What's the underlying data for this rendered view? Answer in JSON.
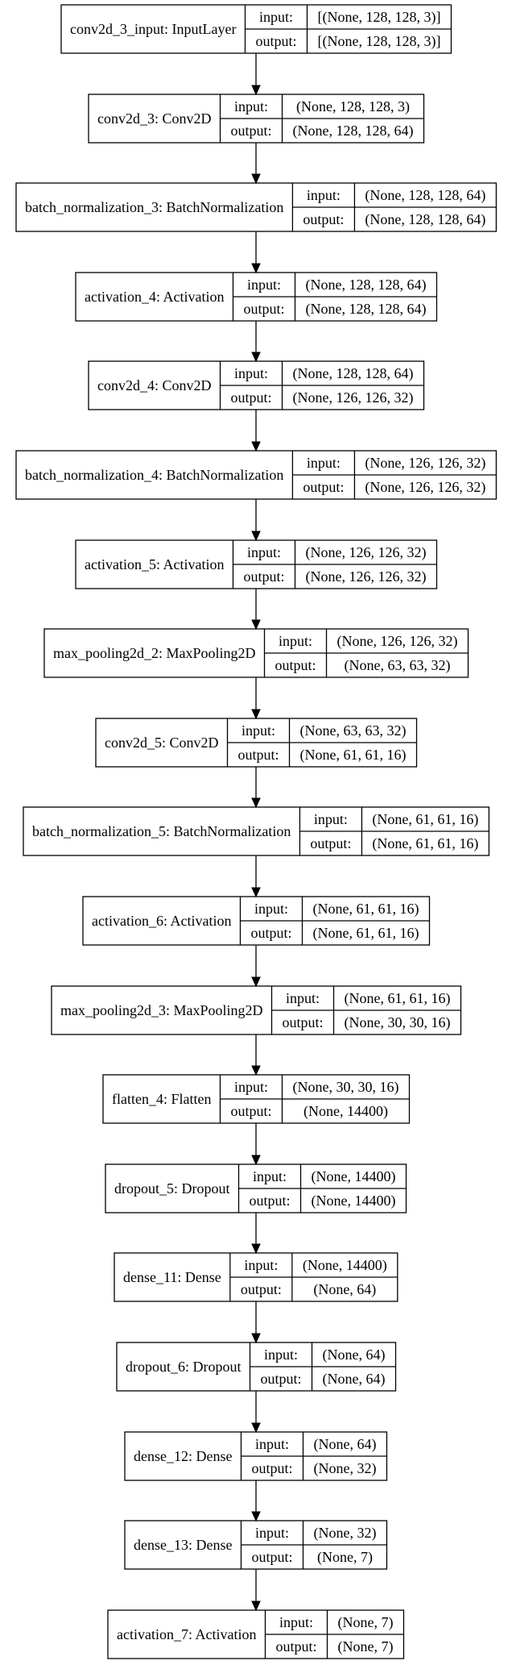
{
  "labels": {
    "input": "input:",
    "output": "output:"
  },
  "layers": [
    {
      "name": "conv2d_3_input: InputLayer",
      "input": "[(None, 128, 128, 3)]",
      "output": "[(None, 128, 128, 3)]"
    },
    {
      "name": "conv2d_3: Conv2D",
      "input": "(None, 128, 128, 3)",
      "output": "(None, 128, 128, 64)"
    },
    {
      "name": "batch_normalization_3: BatchNormalization",
      "input": "(None, 128, 128, 64)",
      "output": "(None, 128, 128, 64)"
    },
    {
      "name": "activation_4: Activation",
      "input": "(None, 128, 128, 64)",
      "output": "(None, 128, 128, 64)"
    },
    {
      "name": "conv2d_4: Conv2D",
      "input": "(None, 128, 128, 64)",
      "output": "(None, 126, 126, 32)"
    },
    {
      "name": "batch_normalization_4: BatchNormalization",
      "input": "(None, 126, 126, 32)",
      "output": "(None, 126, 126, 32)"
    },
    {
      "name": "activation_5: Activation",
      "input": "(None, 126, 126, 32)",
      "output": "(None, 126, 126, 32)"
    },
    {
      "name": "max_pooling2d_2: MaxPooling2D",
      "input": "(None, 126, 126, 32)",
      "output": "(None, 63, 63, 32)"
    },
    {
      "name": "conv2d_5: Conv2D",
      "input": "(None, 63, 63, 32)",
      "output": "(None, 61, 61, 16)"
    },
    {
      "name": "batch_normalization_5: BatchNormalization",
      "input": "(None, 61, 61, 16)",
      "output": "(None, 61, 61, 16)"
    },
    {
      "name": "activation_6: Activation",
      "input": "(None, 61, 61, 16)",
      "output": "(None, 61, 61, 16)"
    },
    {
      "name": "max_pooling2d_3: MaxPooling2D",
      "input": "(None, 61, 61, 16)",
      "output": "(None, 30, 30, 16)"
    },
    {
      "name": "flatten_4: Flatten",
      "input": "(None, 30, 30, 16)",
      "output": "(None, 14400)"
    },
    {
      "name": "dropout_5: Dropout",
      "input": "(None, 14400)",
      "output": "(None, 14400)"
    },
    {
      "name": "dense_11: Dense",
      "input": "(None, 14400)",
      "output": "(None, 64)"
    },
    {
      "name": "dropout_6: Dropout",
      "input": "(None, 64)",
      "output": "(None, 64)"
    },
    {
      "name": "dense_12: Dense",
      "input": "(None, 64)",
      "output": "(None, 32)"
    },
    {
      "name": "dense_13: Dense",
      "input": "(None, 32)",
      "output": "(None, 7)"
    },
    {
      "name": "activation_7: Activation",
      "input": "(None, 7)",
      "output": "(None, 7)"
    }
  ]
}
